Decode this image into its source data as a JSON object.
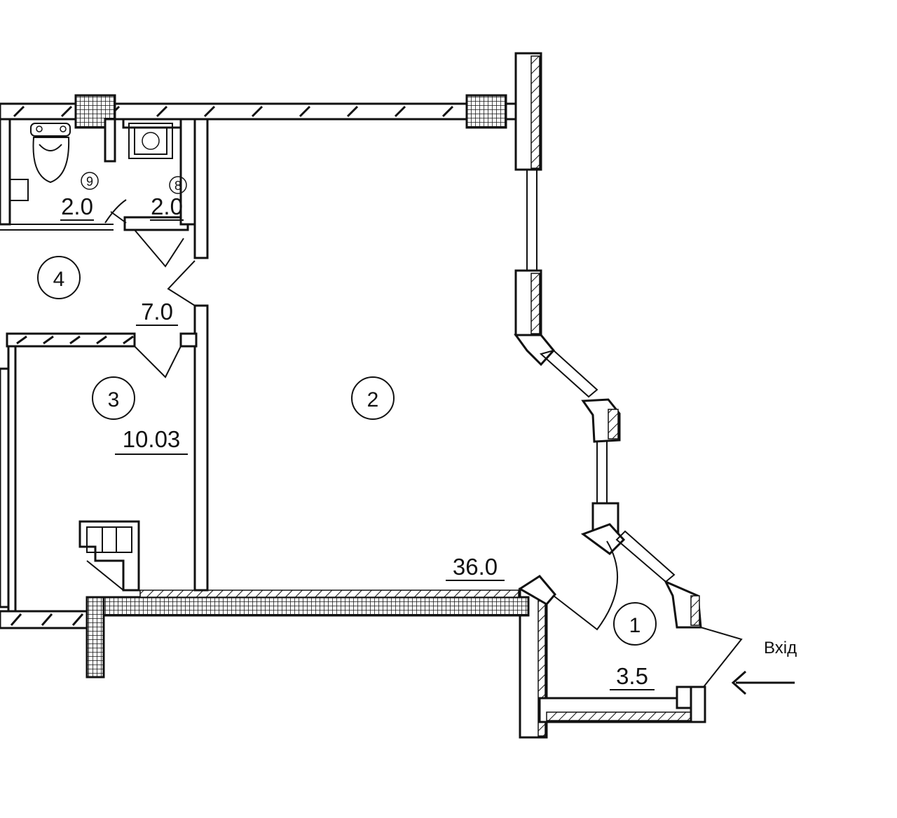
{
  "rooms": [
    {
      "id": "room-1",
      "number": "1",
      "area": "3.5"
    },
    {
      "id": "room-2",
      "number": "2",
      "area": "36.0"
    },
    {
      "id": "room-3",
      "number": "3",
      "area": "10.03"
    },
    {
      "id": "room-4",
      "number": "4",
      "area": "7.0"
    },
    {
      "id": "room-8",
      "number": "8",
      "area": "2.0"
    },
    {
      "id": "room-9",
      "number": "9",
      "area": "2.0"
    }
  ],
  "entrance": {
    "label": "Вхід"
  }
}
